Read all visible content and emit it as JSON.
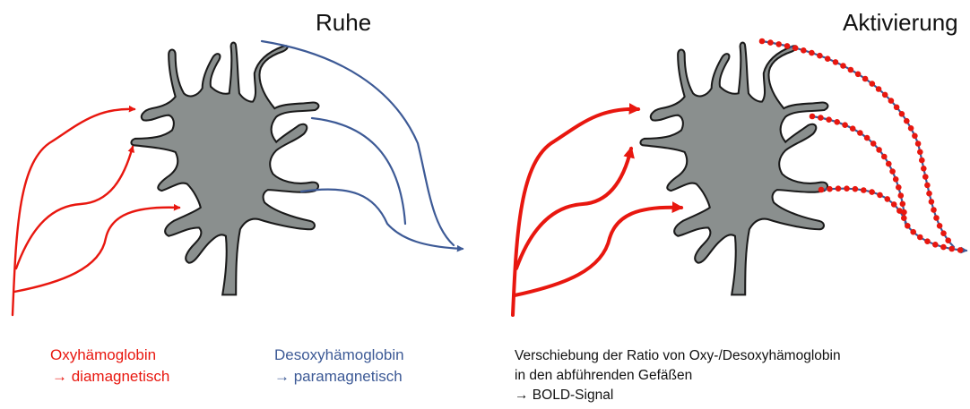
{
  "titles": {
    "rest": "Ruhe",
    "activation": "Aktivierung"
  },
  "legend": {
    "oxy_line1": "Oxyhämoglobin",
    "oxy_line2": "→ diamagnetisch",
    "desoxy_line1": "Desoxyhämoglobin",
    "desoxy_line2": "→ paramagnetisch"
  },
  "caption": {
    "line1": "Verschiebung der Ratio von Oxy-/Desoxyhämoglobin",
    "line2": "in den abführenden Gefäßen",
    "line3": "→ BOLD-Signal"
  },
  "colors": {
    "oxy": "#e8170f",
    "desoxy": "#3d5a96",
    "neuron_fill": "#8a8f8e",
    "neuron_stroke": "#1a1a1a",
    "text": "#111111"
  }
}
